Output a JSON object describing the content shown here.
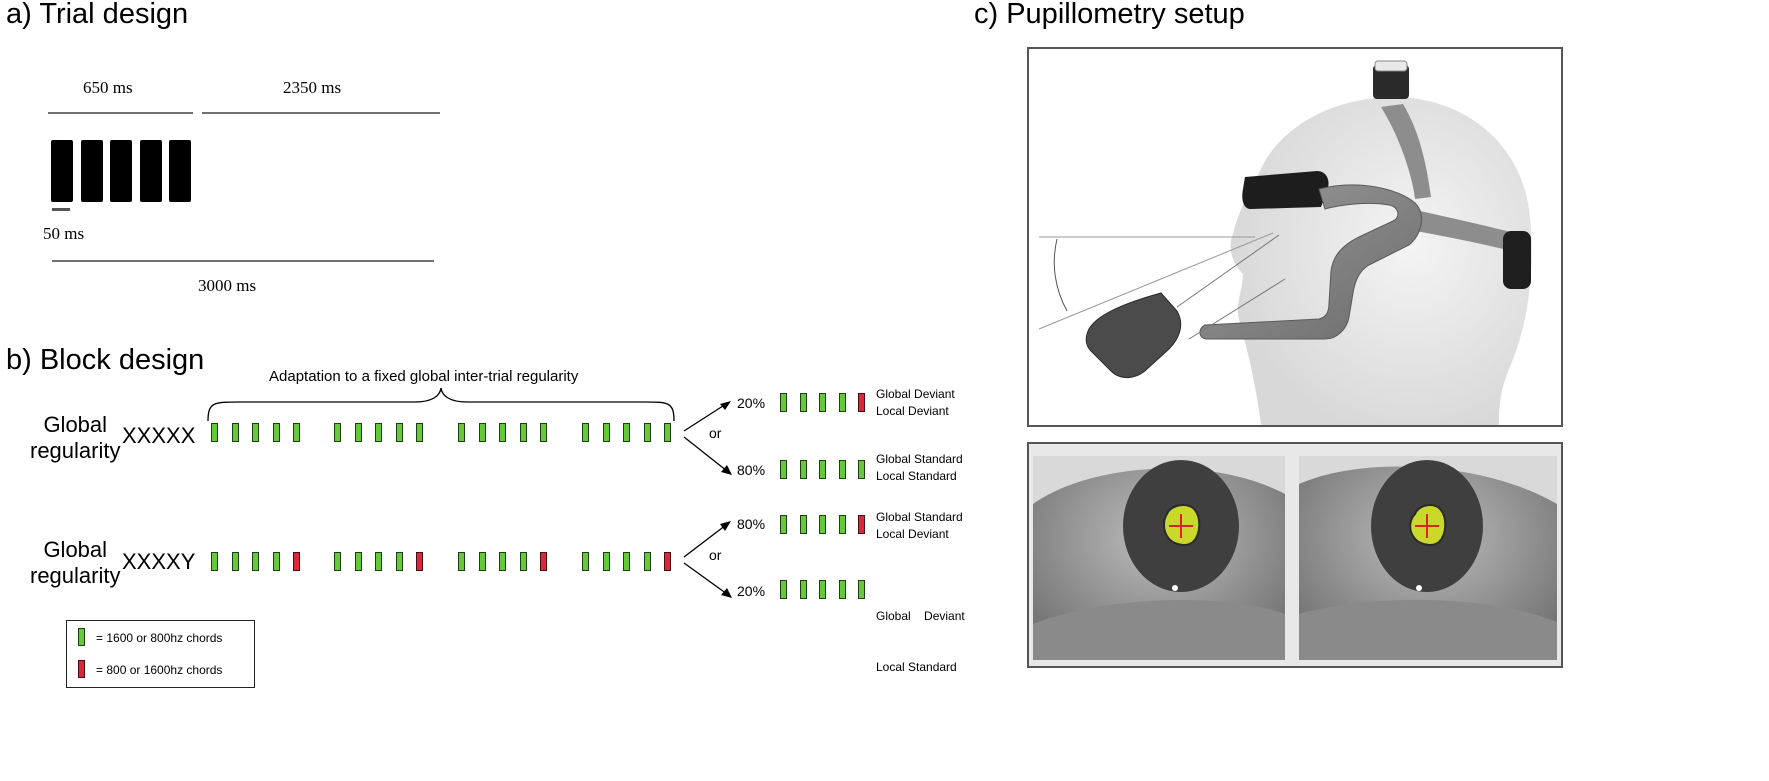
{
  "panel_a": {
    "title": "a) Trial design",
    "label_650": "650 ms",
    "label_2350": "2350 ms",
    "label_50": "50 ms",
    "label_3000": "3000 ms",
    "chord_count": 5
  },
  "panel_b": {
    "title": "b) Block design",
    "brace_label": "Adaptation to a fixed global inter-trial regularity",
    "rows": [
      {
        "global_label": "Global\nregularity",
        "sequence": "XXXXX",
        "trial_pattern": [
          "green",
          "green",
          "green",
          "green",
          "green"
        ],
        "or_label": "or",
        "outcomes": [
          {
            "percent": "20%",
            "pattern": [
              "green",
              "green",
              "green",
              "green",
              "red"
            ],
            "line1": "Global Deviant",
            "line2": "Local Deviant"
          },
          {
            "percent": "80%",
            "pattern": [
              "green",
              "green",
              "green",
              "green",
              "green"
            ],
            "line1": "Global Standard",
            "line2": "Local Standard"
          }
        ]
      },
      {
        "global_label": "Global\nregularity",
        "sequence": "XXXXY",
        "trial_pattern": [
          "green",
          "green",
          "green",
          "green",
          "red"
        ],
        "or_label": "or",
        "outcomes": [
          {
            "percent": "80%",
            "pattern": [
              "green",
              "green",
              "green",
              "green",
              "red"
            ],
            "line1": "Global Standard",
            "line2": "Local Deviant"
          },
          {
            "percent": "20%",
            "pattern": [
              "green",
              "green",
              "green",
              "green",
              "green"
            ],
            "line1": "Global    Deviant",
            "line2": "Local Standard"
          }
        ]
      }
    ],
    "legend": [
      {
        "color": "green",
        "text": "= 1600 or 800hz chords"
      },
      {
        "color": "red",
        "text": "= 800 or 1600hz chords"
      }
    ]
  },
  "panel_c": {
    "title": "c) Pupillometry setup"
  },
  "colors": {
    "green": "#66c93a",
    "red": "#d8283a",
    "green_outline": "#1f3d12",
    "red_outline": "#4a0a10"
  }
}
